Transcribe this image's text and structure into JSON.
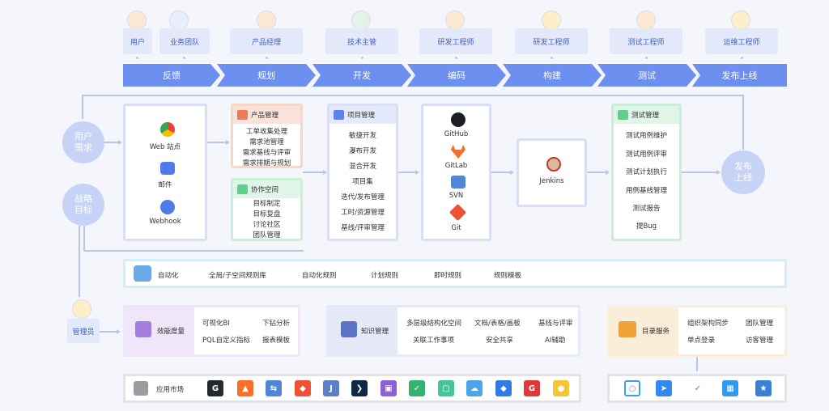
{
  "roles": [
    "用户",
    "业务团队",
    "产品经理",
    "技术主管",
    "研发工程师",
    "研发工程师",
    "测试工程师",
    "运维工程师"
  ],
  "stages": [
    "反馈",
    "规划",
    "开发",
    "编码",
    "构建",
    "测试",
    "发布上线"
  ],
  "left_nodes": {
    "user_demand": "用户\n需求",
    "strategy": "战略\n目标"
  },
  "right_node": "发布\n上线",
  "channels": {
    "web": "Web 站点",
    "mail": "邮件",
    "webhook": "Webhook"
  },
  "product_mgmt": {
    "title": "产品管理",
    "items": [
      "工单收集处理",
      "需求池管理",
      "需求基线与评审",
      "需求排期与规划"
    ]
  },
  "collab": {
    "title": "协作空间",
    "items": [
      "目标制定",
      "目标复盘",
      "讨论社区",
      "团队管理"
    ]
  },
  "project_mgmt": {
    "title": "项目管理",
    "items": [
      "敏捷开发",
      "瀑布开发",
      "混合开发",
      "项目集",
      "迭代/发布管理",
      "工时/资源管理",
      "基线/评审管理"
    ]
  },
  "code_repos": [
    "GitHub",
    "GitLab",
    "SVN",
    "Git"
  ],
  "build": "Jenkins",
  "test_mgmt": {
    "title": "测试管理",
    "items": [
      "测试用例维护",
      "测试用例评审",
      "测试计划执行",
      "用例基线管理",
      "测试报告",
      "提Bug"
    ]
  },
  "automation": {
    "title": "自动化",
    "items": [
      "全局/子空间规则库",
      "自动化规则",
      "计划规则",
      "即时规则",
      "规则模板"
    ]
  },
  "admin": "管理员",
  "efficiency": {
    "title": "效能度量",
    "items": [
      "可视化BI",
      "下钻分析",
      "PQL自定义指标",
      "报表模板"
    ]
  },
  "knowledge": {
    "title": "知识管理",
    "items": [
      "多层级结构化空间",
      "文档/表格/画板",
      "基线与评审",
      "关联工作事项",
      "安全共享",
      "AI辅助"
    ]
  },
  "directory": {
    "title": "目录服务",
    "items": [
      "组织架构同步",
      "团队管理",
      "单点登录",
      "访客管理"
    ]
  },
  "market": {
    "title": "应用市场"
  },
  "colors": {
    "stage": "#6d8ff0",
    "role_bg": "#e3e9fb",
    "circle": "#c6d3f7"
  }
}
